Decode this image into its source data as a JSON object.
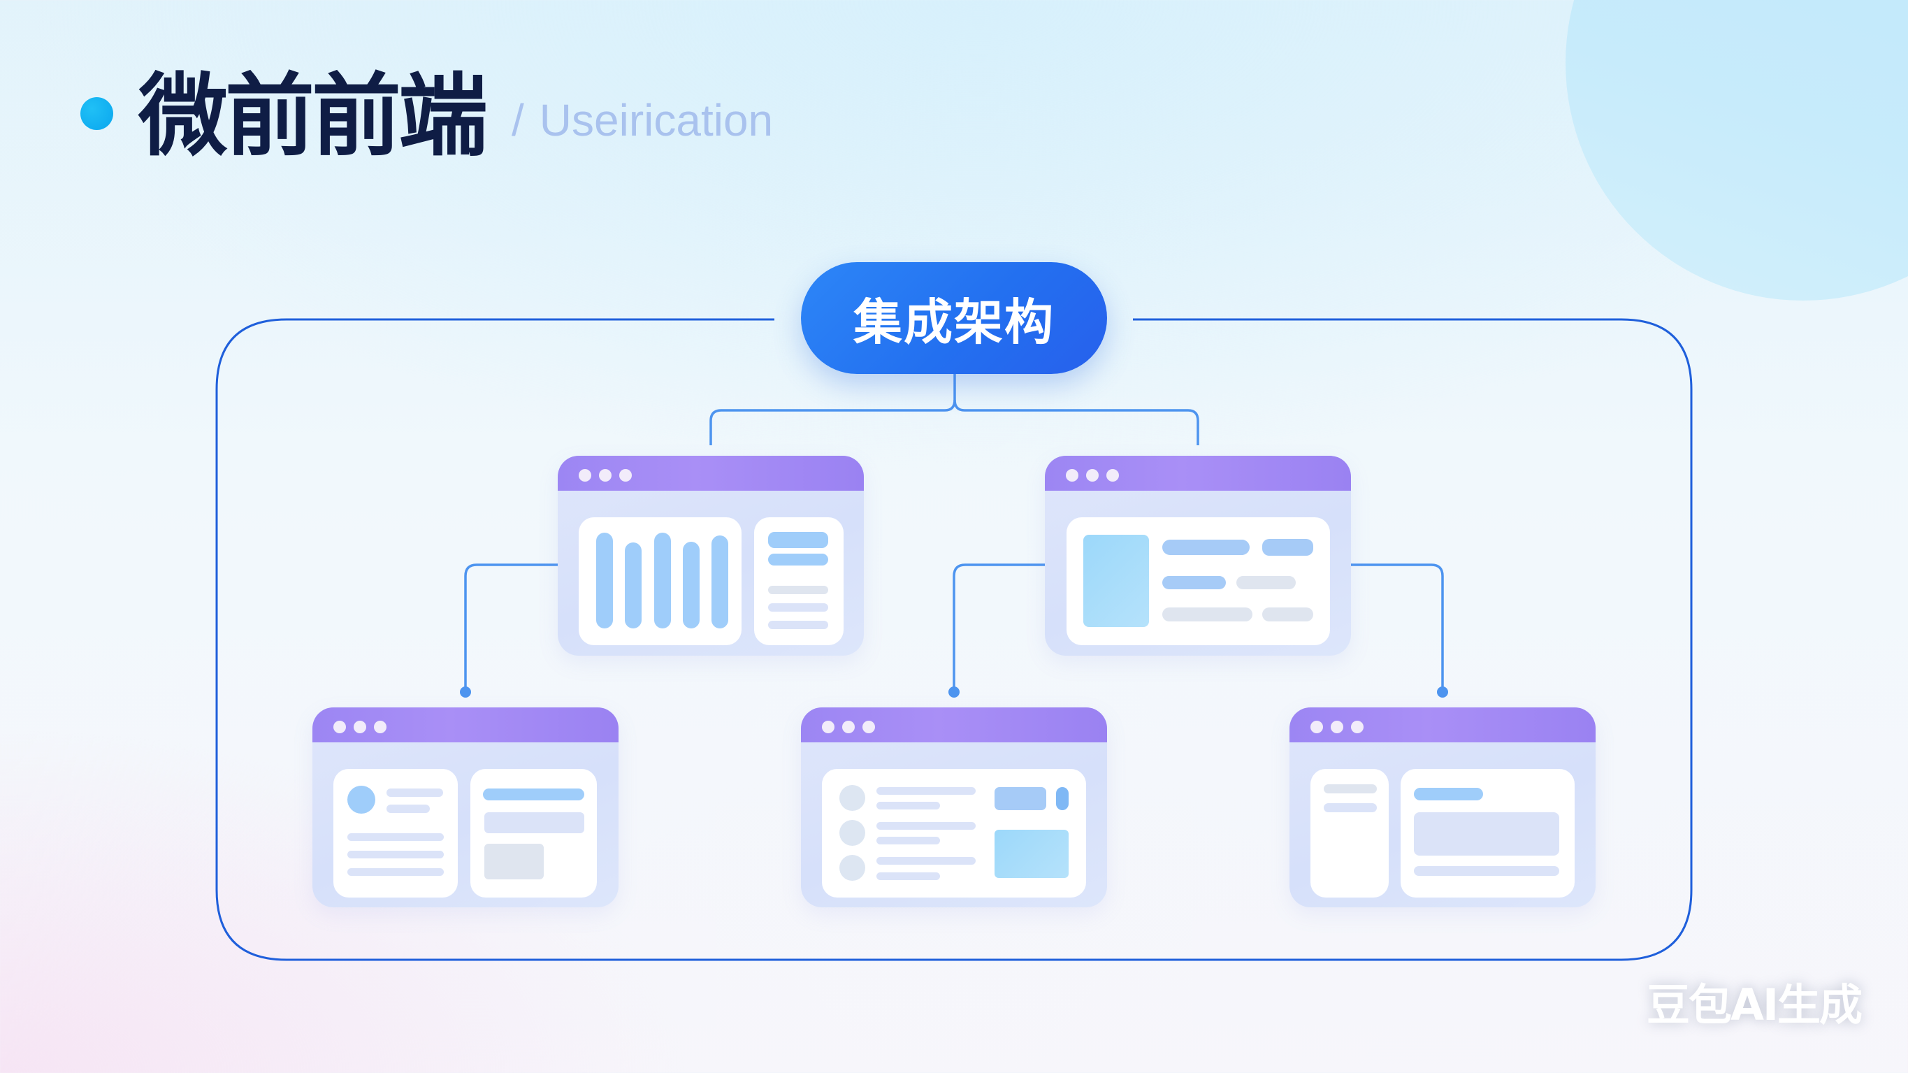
{
  "header": {
    "title": "微前前端",
    "subtitle_separator": "/",
    "subtitle": "Useirication",
    "bullet_color": "#12b1f2",
    "title_color": "#0f1d45"
  },
  "diagram": {
    "root": {
      "label": "集成架构",
      "color": "#2a78f2"
    },
    "frame_color": "#1f5fdb",
    "connector_color": "#4d94ef",
    "nodes": [
      {
        "id": "app-1",
        "position": "top-left",
        "layout": "bar-chart-with-list",
        "parent": "root"
      },
      {
        "id": "app-2",
        "position": "top-right",
        "layout": "media-card",
        "parent": "root"
      },
      {
        "id": "app-3",
        "position": "bottom-left",
        "layout": "profile-and-content",
        "parent": "app-1"
      },
      {
        "id": "app-4",
        "position": "bottom-center",
        "layout": "list-with-preview",
        "parent": "app-2"
      },
      {
        "id": "app-5",
        "position": "bottom-right",
        "layout": "sidebar-and-content",
        "parent": "app-2"
      }
    ],
    "titlebar_color": "#a08af4"
  },
  "watermark": {
    "text": "豆包AI生成"
  }
}
